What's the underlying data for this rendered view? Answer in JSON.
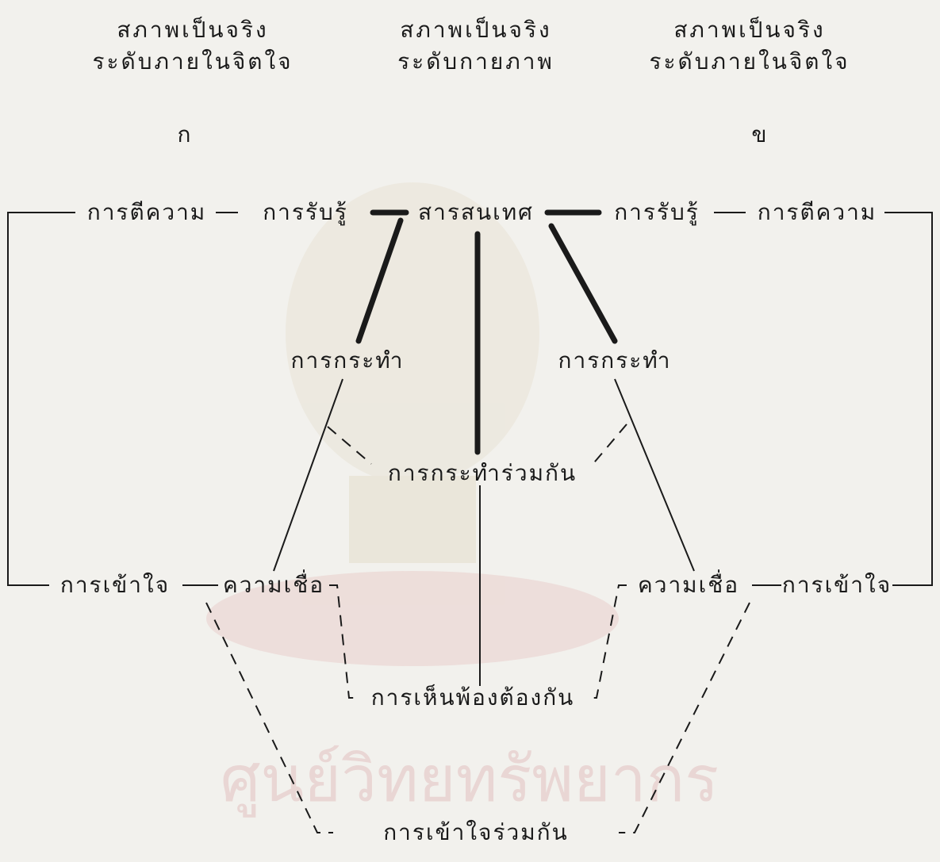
{
  "headers": {
    "left": {
      "line1": "สภาพเป็นจริง",
      "line2": "ระดับภายในจิตใจ",
      "marker": "ก"
    },
    "center": {
      "line1": "สภาพเป็นจริง",
      "line2": "ระดับกายภาพ"
    },
    "right": {
      "line1": "สภาพเป็นจริง",
      "line2": "ระดับภายในจิตใจ",
      "marker": "ข"
    }
  },
  "nodes": {
    "information": "สารสนเทศ",
    "perception_left": "การรับรู้",
    "perception_right": "การรับรู้",
    "interpretation_left": "การตีความ",
    "interpretation_right": "การตีความ",
    "action_left": "การกระทำ",
    "action_right": "การกระทำ",
    "joint_action": "การกระทำร่วมกัน",
    "understanding_left": "การเข้าใจ",
    "understanding_right": "การเข้าใจ",
    "belief_left": "ความเชื่อ",
    "belief_right": "ความเชื่อ",
    "agreement": "การเห็นพ้องต้องกัน",
    "mutual_understanding": "การเข้าใจร่วมกัน"
  },
  "watermark": {
    "text": "ศูนย์วิทยทรัพยากร"
  }
}
